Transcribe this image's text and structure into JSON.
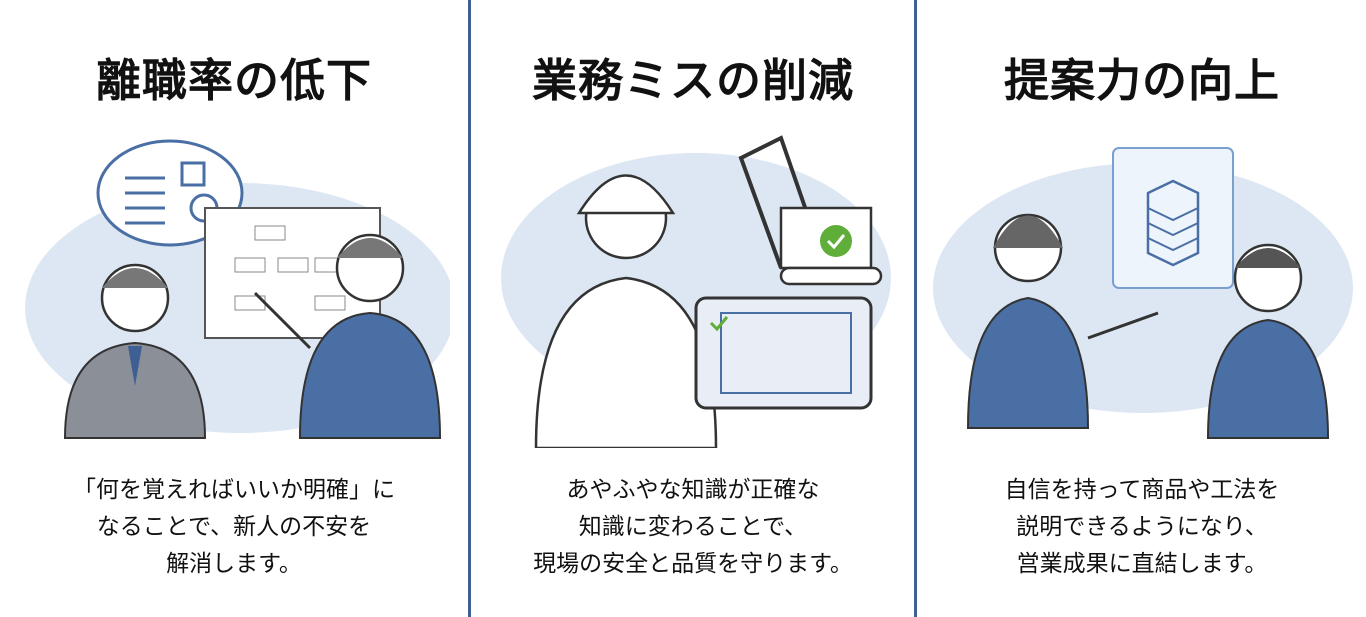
{
  "columns": [
    {
      "title": "離職率の低下",
      "caption": [
        "「何を覚えればいいか明確」に",
        "なることで、新人の不安を",
        "解消します。"
      ],
      "illustration": "new-employee-training"
    },
    {
      "title": "業務ミスの削減",
      "caption": [
        "あやふやな知識が正確な",
        "知識に変わることで、",
        "現場の安全と品質を守ります。"
      ],
      "illustration": "construction-worker-tablet"
    },
    {
      "title": "提案力の向上",
      "caption": [
        "自信を持って商品や工法を",
        "説明できるようになり、",
        "営業成果に直結します。"
      ],
      "illustration": "sales-proposal"
    }
  ],
  "colors": {
    "divider": "#3d5f93",
    "accent": "#4a6fa5",
    "background_blob": "#dde7f3",
    "check": "#5fae3a"
  }
}
